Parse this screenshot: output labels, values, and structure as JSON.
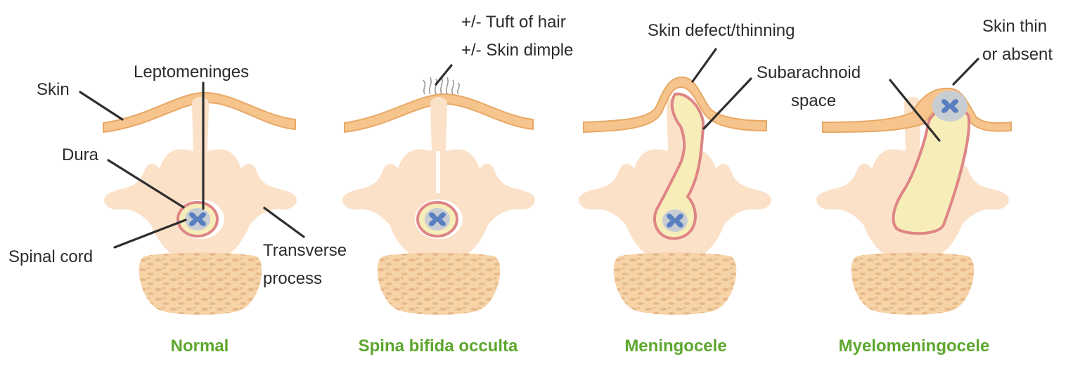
{
  "colors": {
    "bone_light": "#FBE1C8",
    "bone_body": "#F7D3A8",
    "bone_texture": "#E6B98A",
    "skin": "#F6C48D",
    "skin_edge": "#E8A865",
    "dura": "#DE8585",
    "csf": "#F7EDB9",
    "cord_grey": "#C8CDD4",
    "cord_grey_matter": "#5A7FC0",
    "caption": "#5DA72E",
    "text": "#2b2b2b"
  },
  "panels": [
    {
      "caption": "Normal"
    },
    {
      "caption": "Spina bifida occulta"
    },
    {
      "caption": "Meningocele"
    },
    {
      "caption": "Myelomeningocele"
    }
  ],
  "labels": {
    "skin": "Skin",
    "leptomeninges": "Leptomeninges",
    "dura": "Dura",
    "spinal_cord": "Spinal cord",
    "transverse_process_line1": "Transverse",
    "transverse_process_line2": "process",
    "tuft_of_hair": "+/- Tuft of hair",
    "skin_dimple": "+/- Skin dimple",
    "skin_defect": "Skin defect/thinning",
    "subarachnoid_line1": "Subarachnoid",
    "subarachnoid_line2": "space",
    "skin_thin_line1": "Skin thin",
    "skin_thin_line2": "or absent"
  }
}
